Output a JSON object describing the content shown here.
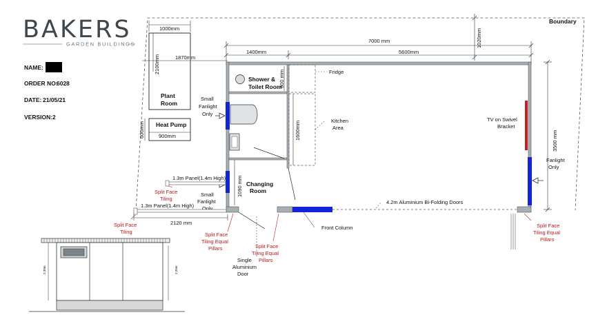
{
  "logo": {
    "title": "BAKERS",
    "subtitle": "GARDEN BUILDINGS"
  },
  "info": {
    "name_label": "NAME:",
    "order_label": "ORDER NO:",
    "order_value": "6028",
    "date_label": "DATE:",
    "date_value": "21/05/21",
    "version_label": "VERSION:",
    "version_value": "2"
  },
  "dimensions": {
    "total_width": "7000 mm",
    "left_section": "1400mm",
    "right_section": "5600mm",
    "boundary_gap": "1020mm",
    "depth": "3500 mm",
    "plant_width": "1000mm",
    "plant_offset": "1870mm",
    "plant_depth": "2100mm",
    "heatpump_width": "900mm",
    "heatpump_depth": "600mm",
    "shower_depth": "800 mm",
    "kitchen_length": "1600mm",
    "changing_depth": "1090 mm",
    "panel_run": "2120 mm"
  },
  "labels": {
    "boundary": "Boundary",
    "plant_room_1": "Plant",
    "plant_room_2": "Room",
    "heat_pump": "Heat Pump",
    "shower_1": "Shower &",
    "shower_2": "Toilet Room",
    "fridge": "Fridge",
    "kitchen_1": "Kitchen",
    "kitchen_2": "Area",
    "changing_1": "Changing",
    "changing_2": "Room",
    "tv_1": "TV on Swivel",
    "tv_2": "Bracket",
    "fanlight_left_1": "Small",
    "fanlight_left_2": "Fanlight",
    "fanlight_left_3": "Only",
    "fanlight_right_1": "Fanlight",
    "fanlight_right_2": "Only",
    "fanlight_small_1": "Small",
    "fanlight_small_2": "Fanlight",
    "fanlight_small_3": "Only",
    "panel_1": "1.3m Panel(1.4m High)",
    "panel_2": "1.3m Panel(1.4m High)",
    "bifold": "4.2m Aluminium Bi-Folding Doors",
    "front_column": "Front Column",
    "door_1": "Single",
    "door_2": "Aluminium",
    "door_3": "Door"
  },
  "red_labels": {
    "tiling_a_1": "Split Face",
    "tiling_a_2": "Tiling",
    "tiling_b_1": "Split Face",
    "tiling_b_2": "Tiling",
    "pillars_a_1": "Split Face",
    "pillars_a_2": "Tiling Equal",
    "pillars_a_3": "Pillars",
    "pillars_b_1": "Split Face",
    "pillars_b_2": "Tiling Equal",
    "pillars_b_3": "Pillars",
    "pillars_c_1": "Split Face",
    "pillars_c_2": "Tiling Equal",
    "pillars_c_3": "Pillars"
  },
  "elevation": {
    "height_left": "2.30m",
    "height_right": "2.25m"
  },
  "colors": {
    "wall": "#a8b0b6",
    "window": "#1226d8",
    "tv": "#c42020",
    "annotation": "#b5191c"
  }
}
